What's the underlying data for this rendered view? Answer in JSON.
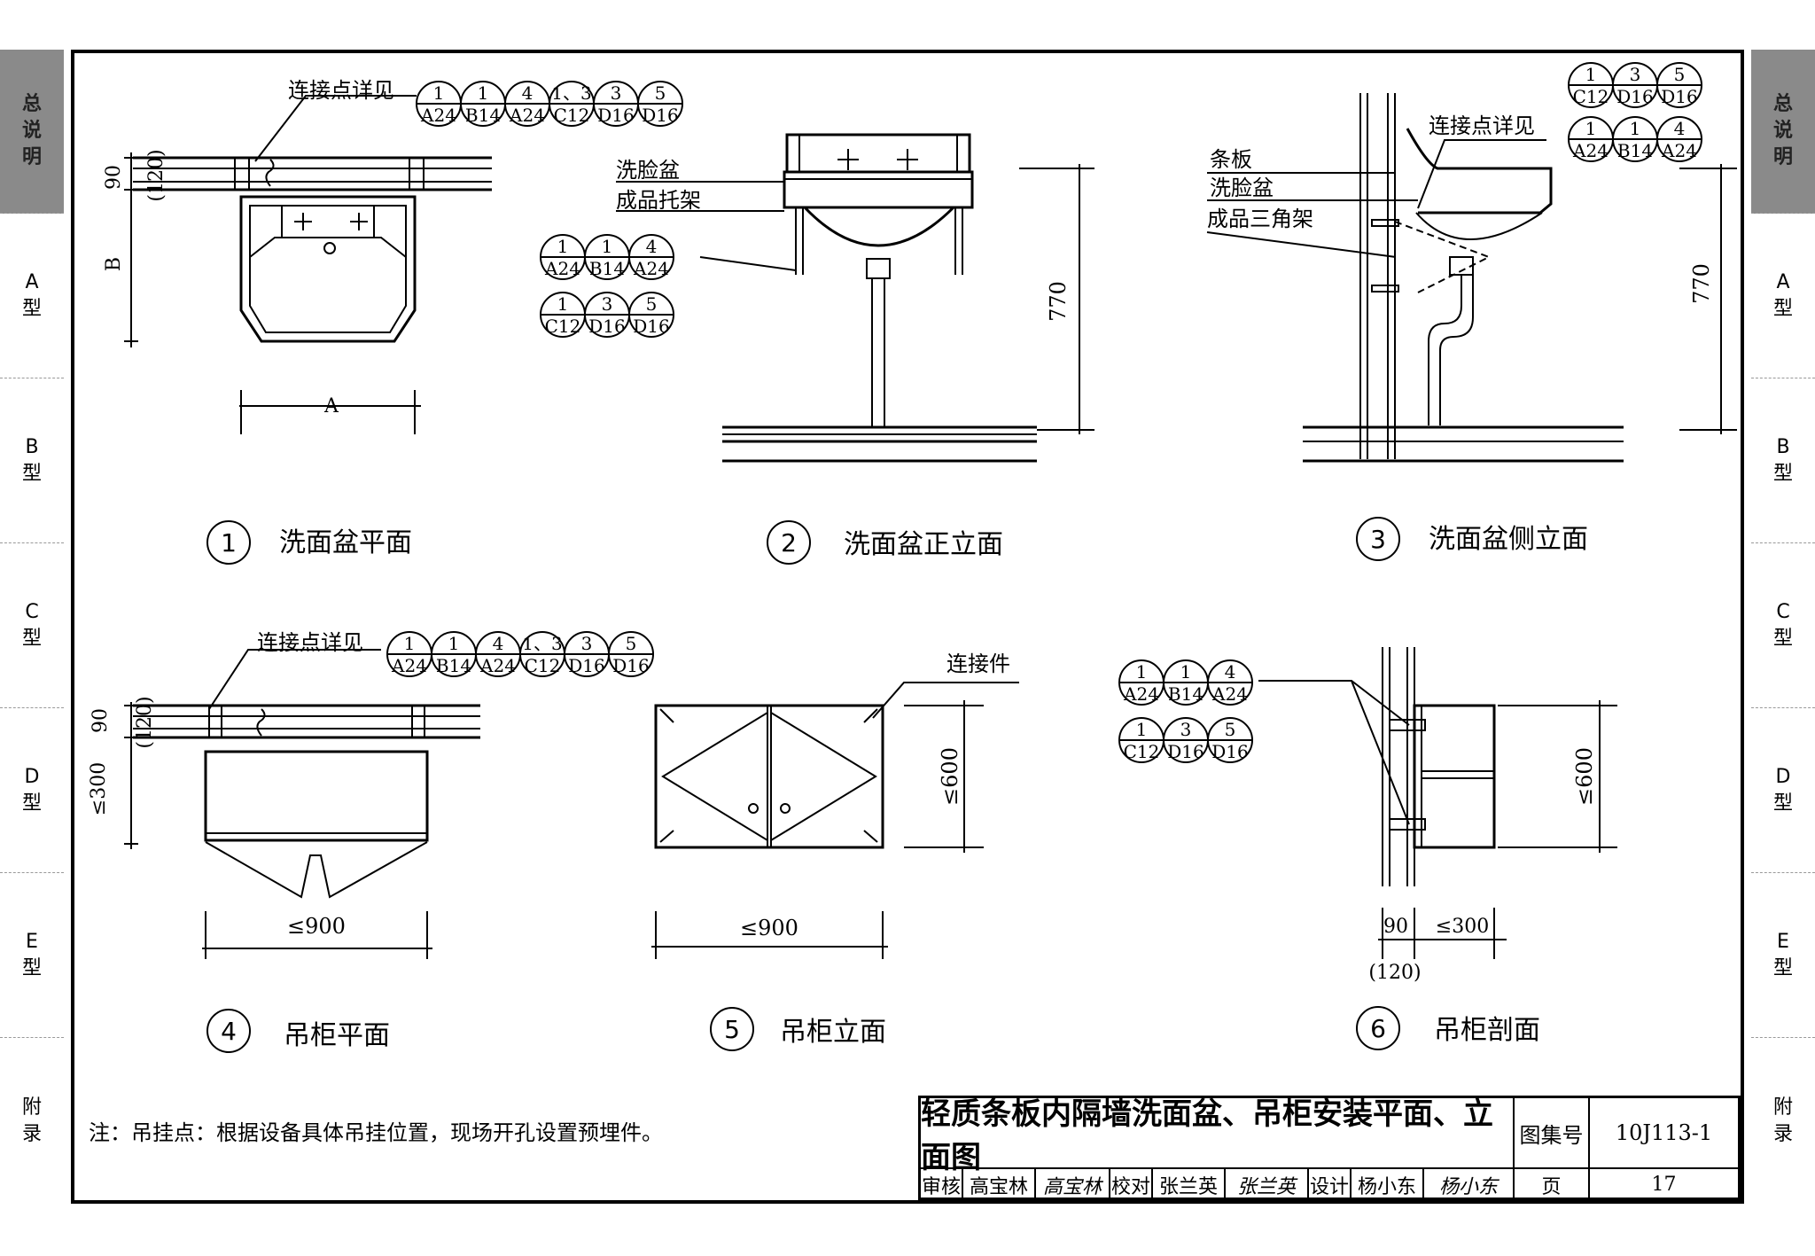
{
  "side_tabs": [
    {
      "label": "总说明",
      "active": true
    },
    {
      "label": "A型",
      "active": false
    },
    {
      "label": "B型",
      "active": false
    },
    {
      "label": "C型",
      "active": false
    },
    {
      "label": "D型",
      "active": false
    },
    {
      "label": "E型",
      "active": false
    },
    {
      "label": "附录",
      "active": false
    }
  ],
  "side_tab_chars": {
    "t0": [
      "总",
      "说",
      "明"
    ],
    "t1": [
      "A",
      "型"
    ],
    "t2": [
      "B",
      "型"
    ],
    "t3": [
      "C",
      "型"
    ],
    "t4": [
      "D",
      "型"
    ],
    "t5": [
      "E",
      "型"
    ],
    "t6": [
      "附",
      "录"
    ]
  },
  "details": {
    "d1": {
      "num": "1",
      "title": "洗面盆平面"
    },
    "d2": {
      "num": "2",
      "title": "洗面盆正立面"
    },
    "d3": {
      "num": "3",
      "title": "洗面盆侧立面"
    },
    "d4": {
      "num": "4",
      "title": "吊柜平面"
    },
    "d5": {
      "num": "5",
      "title": "吊柜立面"
    },
    "d6": {
      "num": "6",
      "title": "吊柜剖面"
    }
  },
  "labels": {
    "connection_detail": "连接点详见",
    "basin": "洗脸盆",
    "bracket": "成品托架",
    "strip_board": "条板",
    "triangle_bracket": "成品三角架",
    "connector": "连接件"
  },
  "dims": {
    "d90": "90",
    "d120": "(120)",
    "B": "B",
    "A": "A",
    "h770": "770",
    "le300": "≤300",
    "le900": "≤900",
    "le600": "≤600"
  },
  "refs": {
    "row_a": [
      [
        "1",
        "A24"
      ],
      [
        "1",
        "B14"
      ],
      [
        "4",
        "A24"
      ],
      [
        "1、3",
        "C12"
      ],
      [
        "3",
        "D16"
      ],
      [
        "5",
        "D16"
      ]
    ],
    "stack": [
      [
        "1",
        "A24"
      ],
      [
        "1",
        "B14"
      ],
      [
        "4",
        "A24"
      ],
      [
        "1",
        "C12"
      ],
      [
        "3",
        "D16"
      ],
      [
        "5",
        "D16"
      ]
    ],
    "stack3": [
      [
        "1",
        "C12"
      ],
      [
        "3",
        "D16"
      ],
      [
        "5",
        "D16"
      ],
      [
        "1",
        "A24"
      ],
      [
        "1",
        "B14"
      ],
      [
        "4",
        "A24"
      ]
    ]
  },
  "note": "注：吊挂点：根据设备具体吊挂位置，现场开孔设置预埋件。",
  "title_block": {
    "title": "轻质条板内隔墙洗面盆、吊柜安装平面、立面图",
    "atlas_label": "图集号",
    "atlas_no": "10J113-1",
    "review_label": "审核",
    "reviewer": "高宝林",
    "review_sig": "高宝林",
    "check_label": "校对",
    "checker": "张兰英",
    "check_sig": "张兰英",
    "design_label": "设计",
    "designer": "杨小东",
    "design_sig": "杨小东",
    "page_label": "页",
    "page_no": "17"
  }
}
